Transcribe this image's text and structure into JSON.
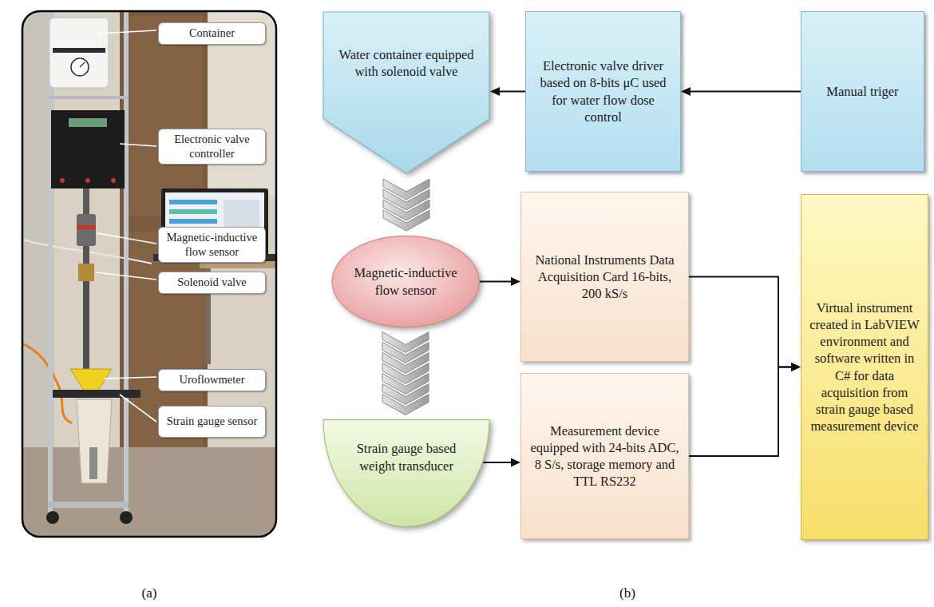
{
  "diagram": {
    "nodes": [
      {
        "text": [
          "Container"
        ]
      },
      {
        "text": [
          "Electronic valve controller"
        ]
      },
      {
        "text": [
          "Magnetic-inductive flow sensor"
        ]
      },
      {
        "text": [
          "Solenoid valve"
        ]
      },
      {
        "text": [
          "Uroflowmeter"
        ]
      },
      {
        "text": [
          "Strain gauge sensor"
        ]
      },
      {
        "text": [
          "Water container equipped with solenoid valve"
        ]
      },
      {
        "text": [
          "Electronic valve driver based on 8-bits μC used for water flow dose control"
        ]
      },
      {
        "text": [
          "Manual triger"
        ]
      },
      {
        "text": [
          "Magnetic-inductive flow sensor"
        ]
      },
      {
        "text": [
          "National Instruments Data Acquisition Card 16-bits, 200 kS/s"
        ]
      },
      {
        "text": [
          "Virtual instrument created in LabVIEW environment and software written in C# for data acquisition from strain gauge based measurement device"
        ]
      },
      {
        "text": [
          "Strain gauge based weight transducer"
        ]
      },
      {
        "text": [
          "Measurement device equipped with 24-bits ADC, 8 S/s, storage memory and TTL RS232"
        ]
      }
    ],
    "edges": [
      {
        "from": 8,
        "to": 7,
        "arrow": "to"
      },
      {
        "from": 7,
        "to": 6,
        "arrow": "to"
      },
      {
        "from": 6,
        "to": 9,
        "arrow": "to"
      },
      {
        "from": 9,
        "to": 12,
        "arrow": "to"
      },
      {
        "from": 9,
        "to": 10,
        "arrow": "to"
      },
      {
        "from": 12,
        "to": 13,
        "arrow": "to"
      },
      {
        "from": 10,
        "to": 11,
        "arrow": "to"
      },
      {
        "from": 13,
        "to": 11,
        "arrow": "to"
      }
    ],
    "labels": [
      "(a)",
      "(b)"
    ]
  }
}
